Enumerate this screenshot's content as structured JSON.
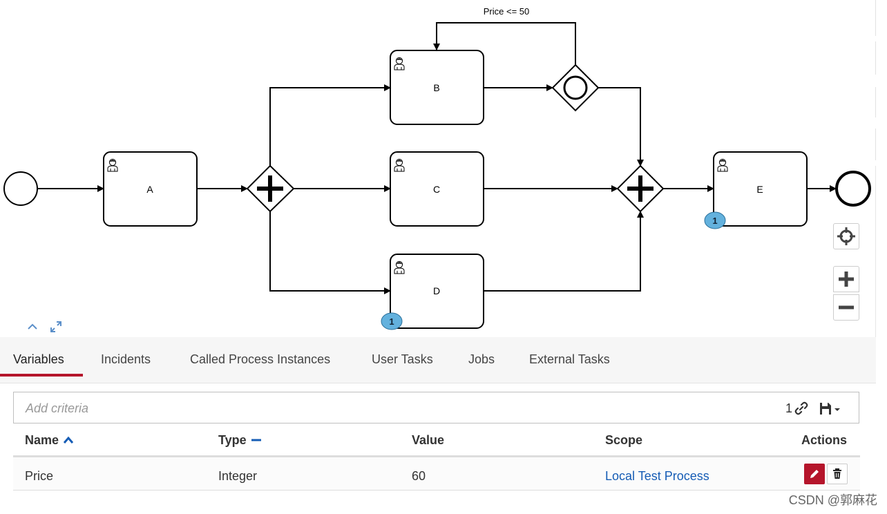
{
  "diagram": {
    "tasks": {
      "a": "A",
      "b": "B",
      "c": "C",
      "d": "D",
      "e": "E"
    },
    "condition_label": "Price <= 50",
    "token_badges": {
      "d": "1",
      "e": "1"
    }
  },
  "tabs": [
    {
      "label": "Variables",
      "active": true
    },
    {
      "label": "Incidents"
    },
    {
      "label": "Called Process Instances"
    },
    {
      "label": "User Tasks"
    },
    {
      "label": "Jobs"
    },
    {
      "label": "External Tasks"
    }
  ],
  "search": {
    "placeholder": "Add criteria",
    "count": "1"
  },
  "table": {
    "columns": {
      "name": "Name",
      "type": "Type",
      "value": "Value",
      "scope": "Scope",
      "actions": "Actions"
    },
    "rows": [
      {
        "name": "Price",
        "type": "Integer",
        "value": "60",
        "scope": "Local Test Process"
      }
    ]
  },
  "colors": {
    "accent_red": "#b5152b",
    "link_blue": "#155cb5",
    "badge_blue": "#63b1dd"
  },
  "watermark": "CSDN @郭麻花"
}
